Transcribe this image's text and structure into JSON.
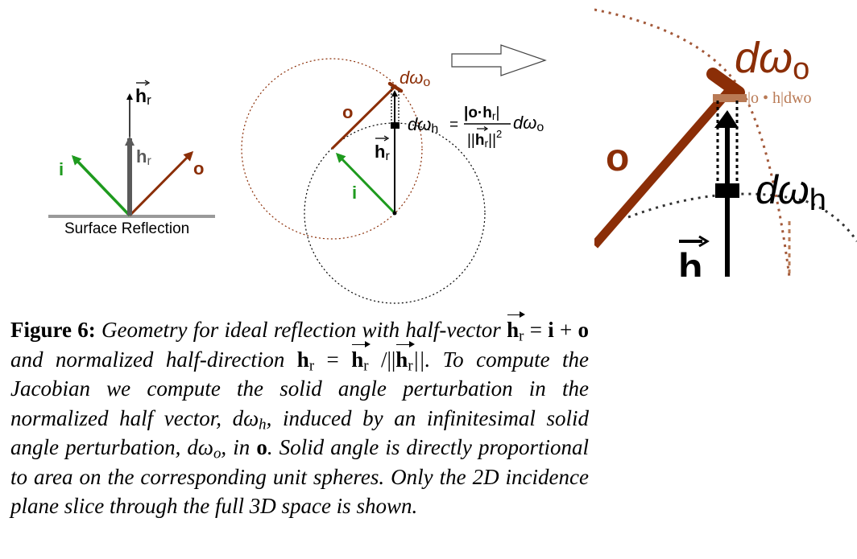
{
  "panel1": {
    "label_hr_vec": "h",
    "label_hr_vec_sub": "r",
    "label_hr": "h",
    "label_hr_sub": "r",
    "label_i": "i",
    "label_o": "o",
    "surface_label": "Surface Reflection"
  },
  "panel2": {
    "label_dwo": "dω",
    "label_dwo_sub": "o",
    "label_o": "o",
    "label_i": "i",
    "label_hr_vec": "h",
    "label_hr_vec_sub": "r",
    "eq_lhs": "dω",
    "eq_lhs_sub": "h",
    "eq_sign": "=",
    "eq_num": "|o·h",
    "eq_num_sub": "r",
    "eq_num_end": "|",
    "eq_den_open": "||",
    "eq_den_h": "h",
    "eq_den_sub": "r",
    "eq_den_close": "||",
    "eq_den_pow": "2",
    "eq_rhs": "dω",
    "eq_rhs_sub": "o"
  },
  "panel3": {
    "label_dwo": "dω",
    "label_dwo_sub": "o",
    "label_small": "|o • h|dwo",
    "label_o": "o",
    "label_dwh": "dω",
    "label_dwh_sub": "h",
    "label_hr": "h"
  },
  "caption": {
    "fig_label": "Figure 6:",
    "t1": " Geometry for ideal reflection with half-vector ",
    "h1": "h",
    "h1_sub": "r",
    "t2": " = ",
    "i1": "i",
    "t3": " + ",
    "o1": "o",
    "t4": " and normalized half-direction ",
    "h2": "h",
    "h2_sub": "r",
    "t5": " = ",
    "h3": "h",
    "h3_sub": "r",
    "t6": " /||",
    "h4": "h",
    "h4_sub": "r",
    "t7": "||. To compute the Jacobian we compute the solid angle perturbation in the normalized half vector, dω",
    "t7_sub": "h",
    "t8": ", induced by an infinitesimal solid angle perturbation, dω",
    "t8_sub": "o",
    "t9": ", in ",
    "o2": "o",
    "t10": ". Solid angle is directly proportional to area on the corresponding unit spheres. Only the 2D incidence plane slice through the full 3D space is shown."
  },
  "colors": {
    "green": "#1e9a1e",
    "brown": "#8b2e07",
    "gray": "#5a5a5a",
    "tan": "#b97a55",
    "black": "#000000"
  }
}
